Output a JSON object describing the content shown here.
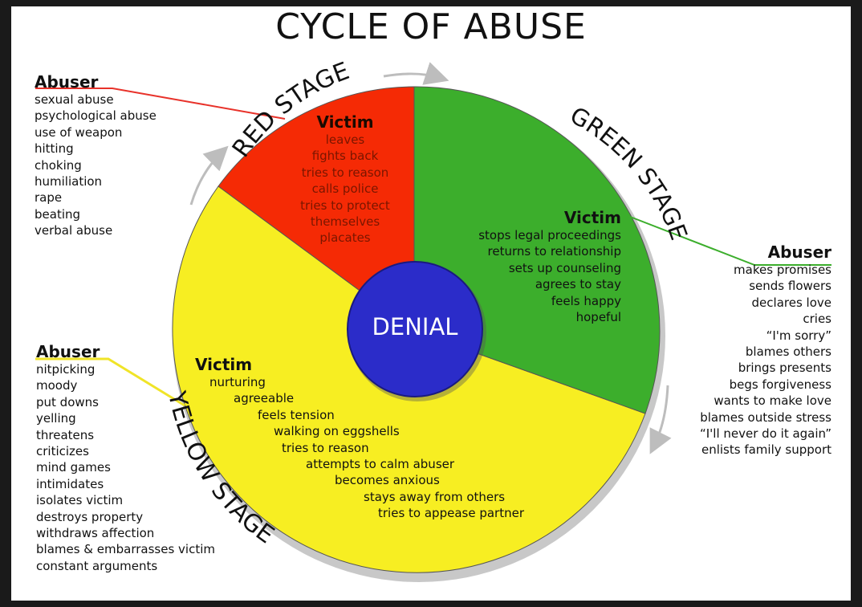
{
  "title": "CYCLE OF ABUSE",
  "center_label": "DENIAL",
  "stages": {
    "red": "RED STAGE",
    "green": "GREEN STAGE",
    "yellow": "YELLOW STAGE"
  },
  "colors": {
    "red": "#f52a05",
    "green": "#3cae2c",
    "yellow": "#f7ee22",
    "center": "#2b2cc9"
  },
  "red_abuser": {
    "heading": "Abuser",
    "items": [
      "sexual abuse",
      "psychological abuse",
      "use of weapon",
      "hitting",
      "choking",
      "humiliation",
      "rape",
      "beating",
      "verbal abuse"
    ]
  },
  "red_victim": {
    "heading": "Victim",
    "items": [
      "leaves",
      "fights back",
      "tries to reason",
      "calls police",
      "tries to protect",
      "themselves",
      "placates"
    ]
  },
  "green_victim": {
    "heading": "Victim",
    "items": [
      "stops legal proceedings",
      "returns to relationship",
      "sets up counseling",
      "agrees to stay",
      "feels happy",
      "hopeful"
    ]
  },
  "green_abuser": {
    "heading": "Abuser",
    "items": [
      "makes promises",
      "sends flowers",
      "declares love",
      "cries",
      "“I'm sorry”",
      "blames others",
      "brings presents",
      "begs forgiveness",
      "wants to make love",
      "blames outside stress",
      "“I'll never do it again”",
      "enlists family support"
    ]
  },
  "yellow_abuser": {
    "heading": "Abuser",
    "items": [
      "nitpicking",
      "moody",
      "put downs",
      "yelling",
      "threatens",
      "criticizes",
      "mind games",
      "intimidates",
      "isolates victim",
      "destroys property",
      "withdraws affection",
      "blames & embarrasses victim",
      "constant arguments"
    ]
  },
  "yellow_victim": {
    "heading": "Victim",
    "items": [
      "nurturing",
      "agreeable",
      "feels tension",
      "walking on eggshells",
      "tries to reason",
      "attempts to calm abuser",
      "becomes anxious",
      "stays away from others",
      "tries to appease partner"
    ]
  }
}
